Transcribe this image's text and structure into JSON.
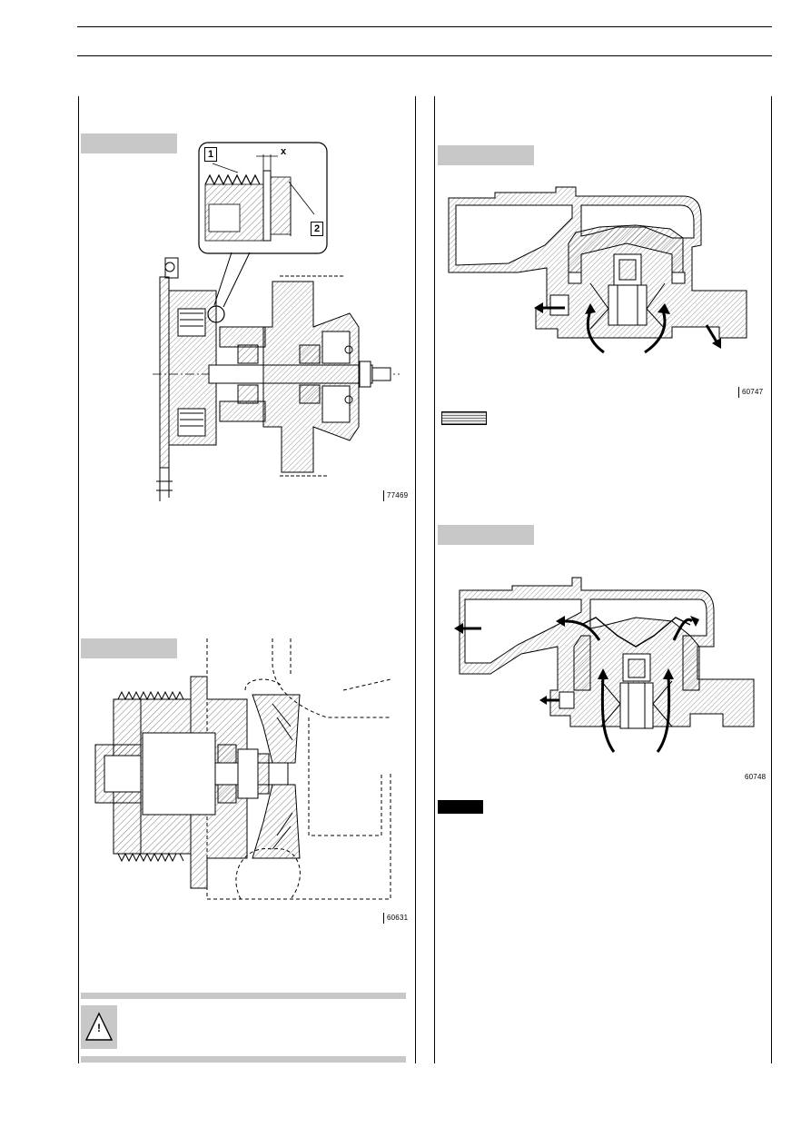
{
  "figures": {
    "fig1": {
      "code": "77469",
      "callouts": [
        "1",
        "2",
        "x"
      ]
    },
    "fig2": {
      "code": "60631"
    },
    "fig3": {
      "code": "60747"
    },
    "fig4": {
      "code": "60748"
    }
  },
  "warning": {
    "symbol": "!"
  },
  "colors": {
    "tab_grey": "#c8c8c8",
    "line": "#000000"
  }
}
